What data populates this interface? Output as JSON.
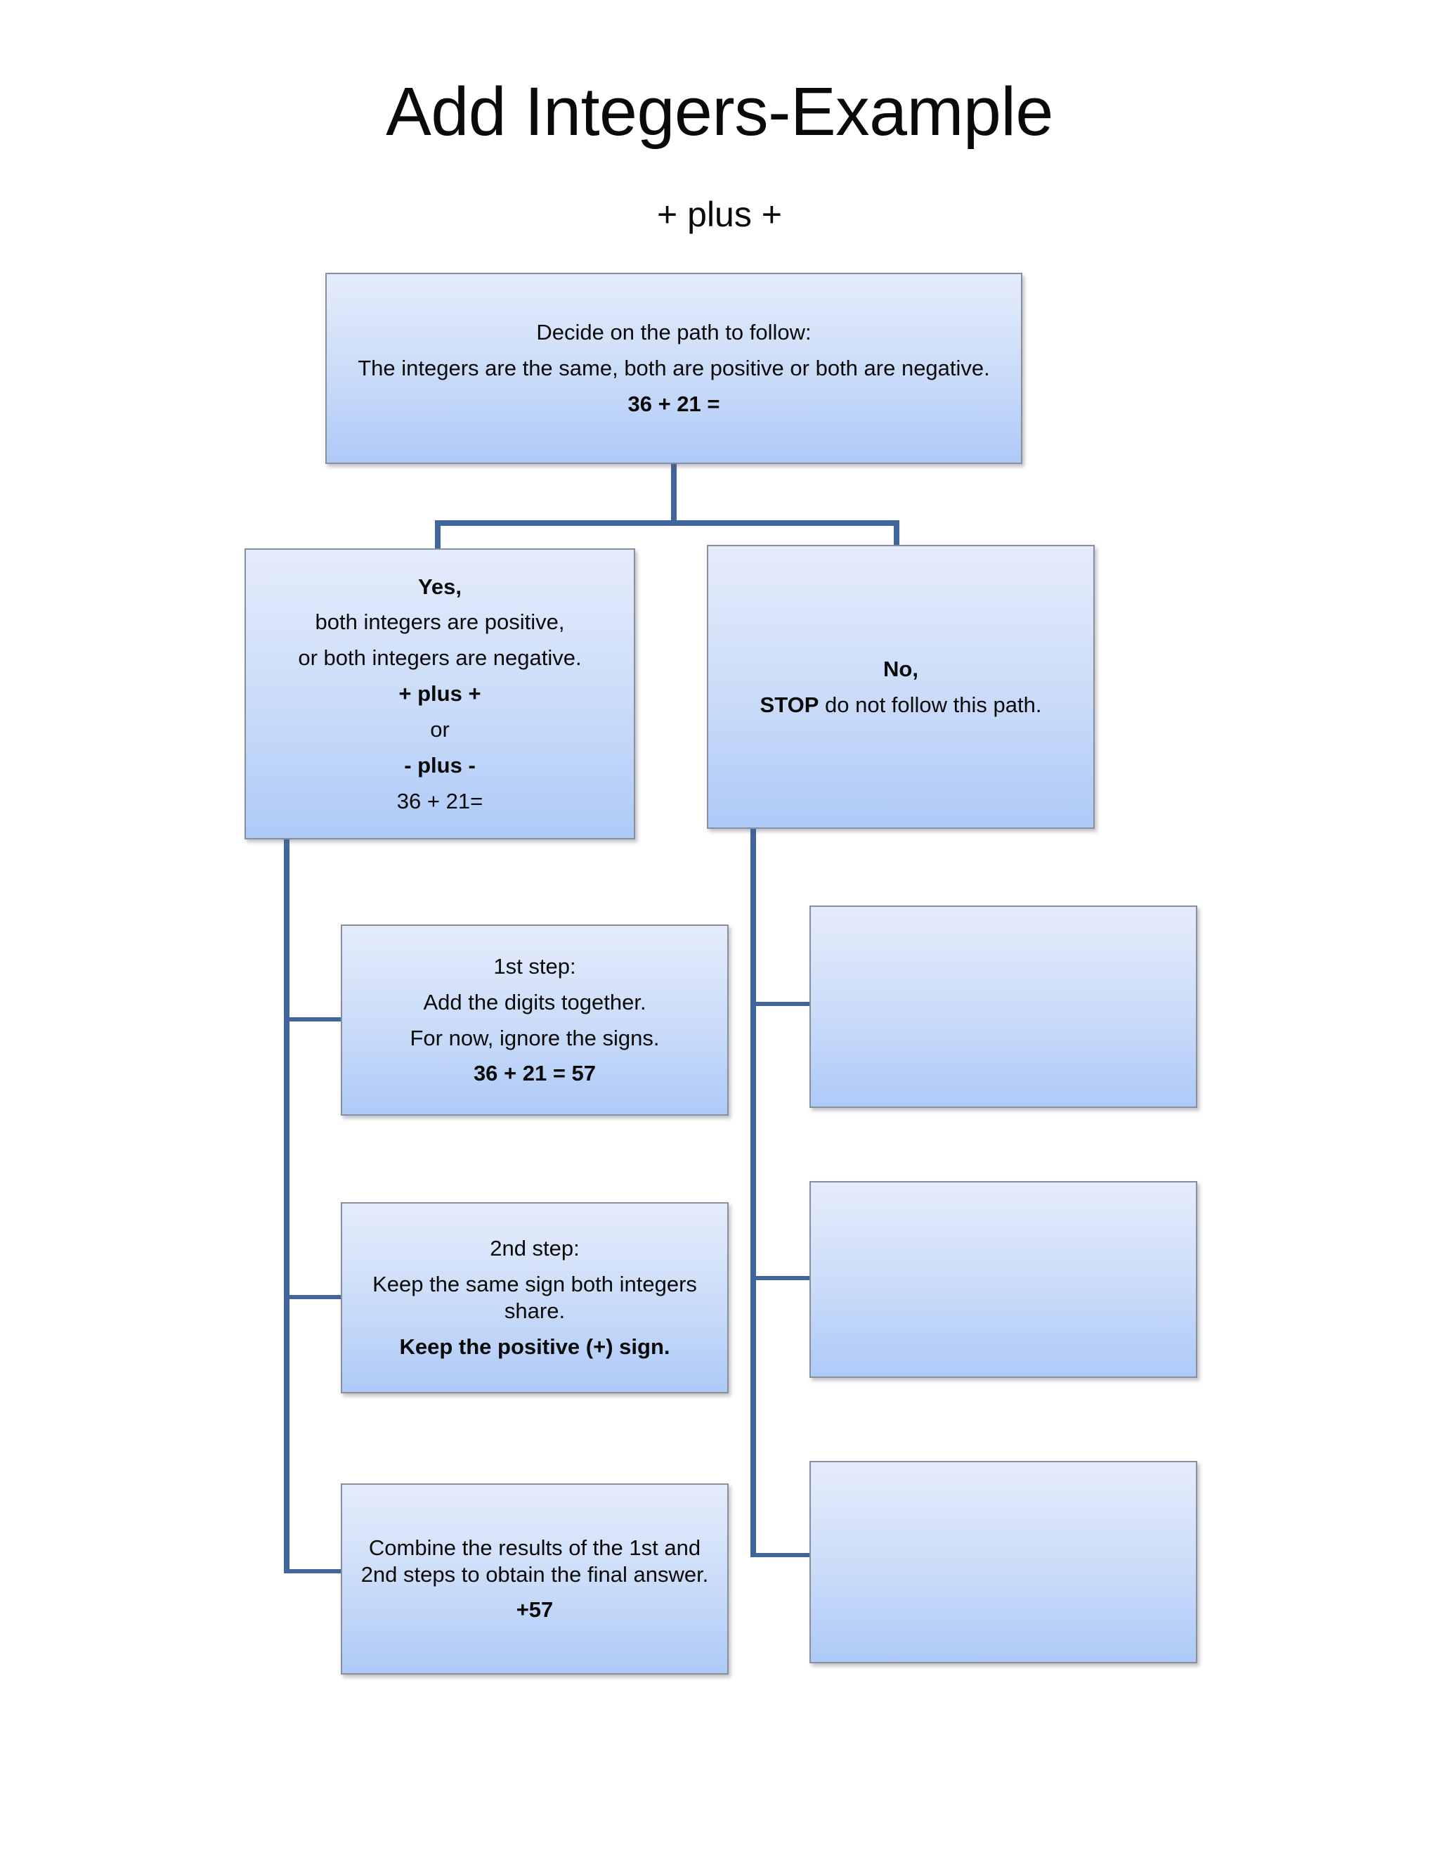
{
  "header": {
    "title": "Add Integers-Example",
    "subtitle": "+ plus +"
  },
  "colors": {
    "box_border": "#8a8f9e",
    "box_fill_top": "#e3ecfb",
    "box_fill_bottom": "#aecaf7",
    "connector": "#41669b",
    "text": "#0a0a0a",
    "background": "#ffffff"
  },
  "chart_data": {
    "type": "diagram",
    "diagram_kind": "flowchart",
    "title": "Add Integers-Example",
    "subtitle": "+ plus +",
    "nodes": [
      {
        "id": "root",
        "role": "decision",
        "lines": [
          {
            "text": "Decide on the path to follow:",
            "bold": false
          },
          {
            "text": "The integers are the same, both are positive or both are negative.",
            "bold": false
          },
          {
            "text": "36 + 21 =",
            "bold": true
          }
        ]
      },
      {
        "id": "yes",
        "role": "branch-yes",
        "lines": [
          {
            "text": "Yes,",
            "bold": true
          },
          {
            "text": "both integers are positive,",
            "bold": false
          },
          {
            "text": "or both integers are negative.",
            "bold": false
          },
          {
            "text": "+ plus +",
            "bold": true
          },
          {
            "text": "or",
            "bold": false
          },
          {
            "text": "- plus -",
            "bold": true
          },
          {
            "text": "36 + 21=",
            "bold": false
          }
        ]
      },
      {
        "id": "no",
        "role": "branch-no",
        "lines": [
          {
            "text": "No,",
            "bold": true
          },
          {
            "text": "STOP do not follow this path.",
            "bold": false,
            "lead_bold": "STOP"
          }
        ]
      },
      {
        "id": "step1",
        "role": "step",
        "lines": [
          {
            "text": "1st step:",
            "bold": false
          },
          {
            "text": "Add the digits together.",
            "bold": false
          },
          {
            "text": "For now, ignore the signs.",
            "bold": false
          },
          {
            "text": "36 + 21 = 57",
            "bold": true
          }
        ]
      },
      {
        "id": "step2",
        "role": "step",
        "lines": [
          {
            "text": "2nd step:",
            "bold": false
          },
          {
            "text": "Keep the same sign both integers share.",
            "bold": false
          },
          {
            "text": "Keep the positive (+) sign.",
            "bold": true
          }
        ]
      },
      {
        "id": "step3",
        "role": "step",
        "lines": [
          {
            "text": "Combine the results of the 1st and 2nd steps to obtain the final answer.",
            "bold": false
          },
          {
            "text": "+57",
            "bold": true
          }
        ]
      },
      {
        "id": "blank1",
        "role": "placeholder",
        "lines": []
      },
      {
        "id": "blank2",
        "role": "placeholder",
        "lines": []
      },
      {
        "id": "blank3",
        "role": "placeholder",
        "lines": []
      }
    ],
    "edges": [
      {
        "from": "root",
        "to": "yes"
      },
      {
        "from": "root",
        "to": "no"
      },
      {
        "from": "yes",
        "to": "step1"
      },
      {
        "from": "yes",
        "to": "step2"
      },
      {
        "from": "yes",
        "to": "step3"
      },
      {
        "from": "no",
        "to": "blank1"
      },
      {
        "from": "no",
        "to": "blank2"
      },
      {
        "from": "no",
        "to": "blank3"
      }
    ]
  },
  "root": {
    "line1": "Decide on the path to follow:",
    "line2": "The integers are the same, both are positive or both are negative.",
    "line3": "36 + 21 ="
  },
  "yes": {
    "line1": "Yes,",
    "line2": "both integers are positive,",
    "line3": "or both integers are negative.",
    "line4": "+ plus +",
    "line5": "or",
    "line6": "- plus -",
    "line7": "36 + 21="
  },
  "no": {
    "line1": "No,",
    "stop": "STOP",
    "line2_rest": " do not follow this path."
  },
  "step1": {
    "line1": "1st step:",
    "line2": "Add the digits together.",
    "line3": "For now, ignore the signs.",
    "line4": "36 + 21 = 57"
  },
  "step2": {
    "line1": "2nd step:",
    "line2": "Keep the same sign both integers share.",
    "line3": "Keep the positive (+) sign."
  },
  "step3": {
    "line1": "Combine the results of the 1st and 2nd steps to obtain the final answer.",
    "line2": "+57"
  }
}
